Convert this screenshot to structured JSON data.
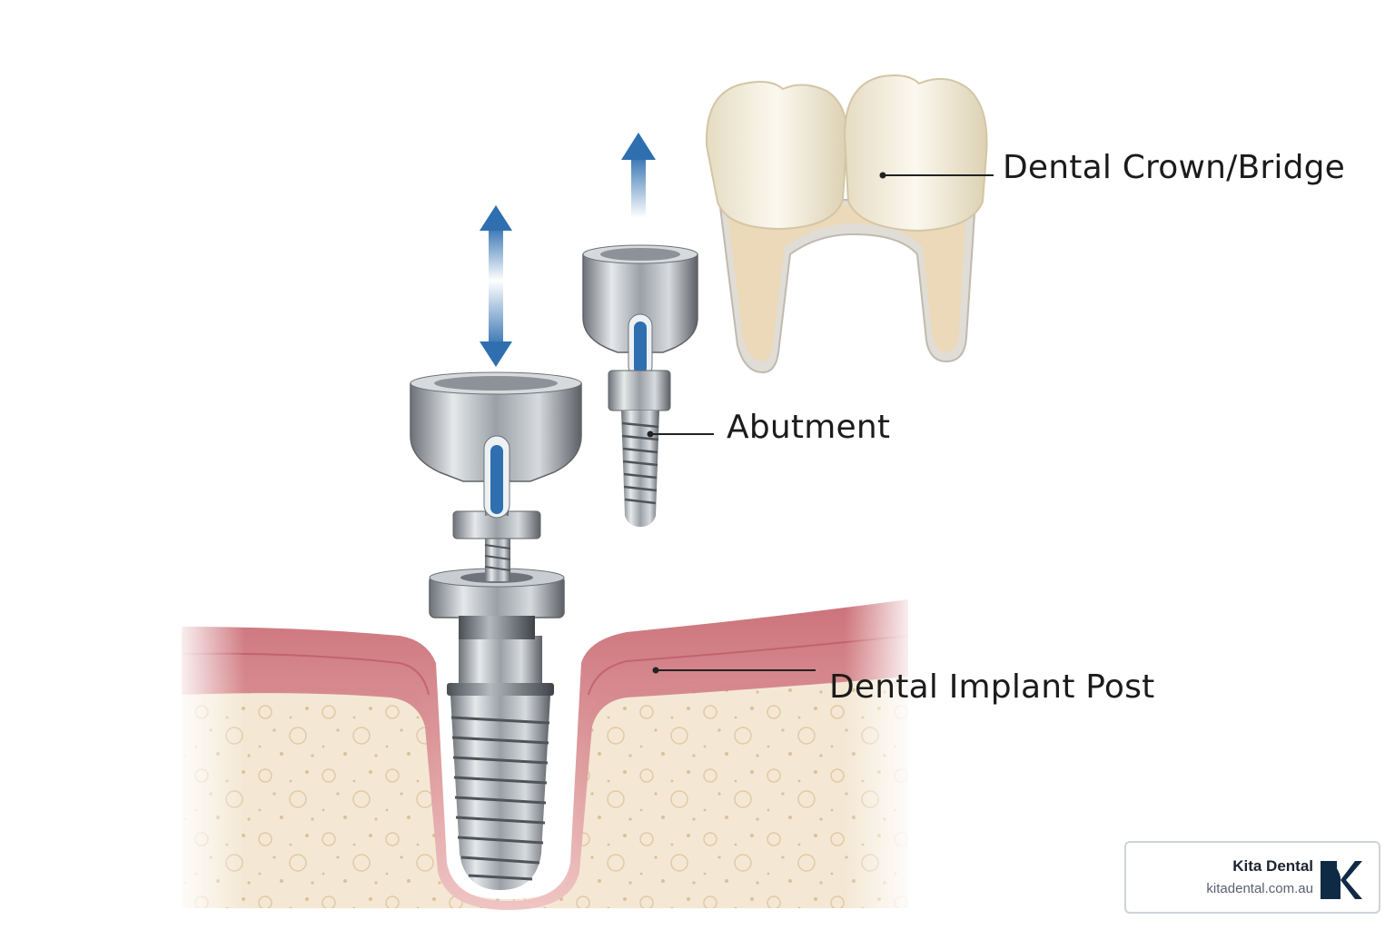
{
  "labels": {
    "crown": "Dental Crown/Bridge",
    "abutment": "Abutment",
    "implant_post": "Dental Implant Post"
  },
  "brand": {
    "name": "Kita Dental",
    "url": "kitadental.com.au",
    "logo_color": "#0f2a44"
  },
  "colors": {
    "arrow_blue": "#2f6fb0",
    "gum_pink": "#d9848a",
    "bone_beige": "#f3e6d1",
    "metal": "#b9bec4",
    "crown_enamel": "#f1ead8"
  }
}
